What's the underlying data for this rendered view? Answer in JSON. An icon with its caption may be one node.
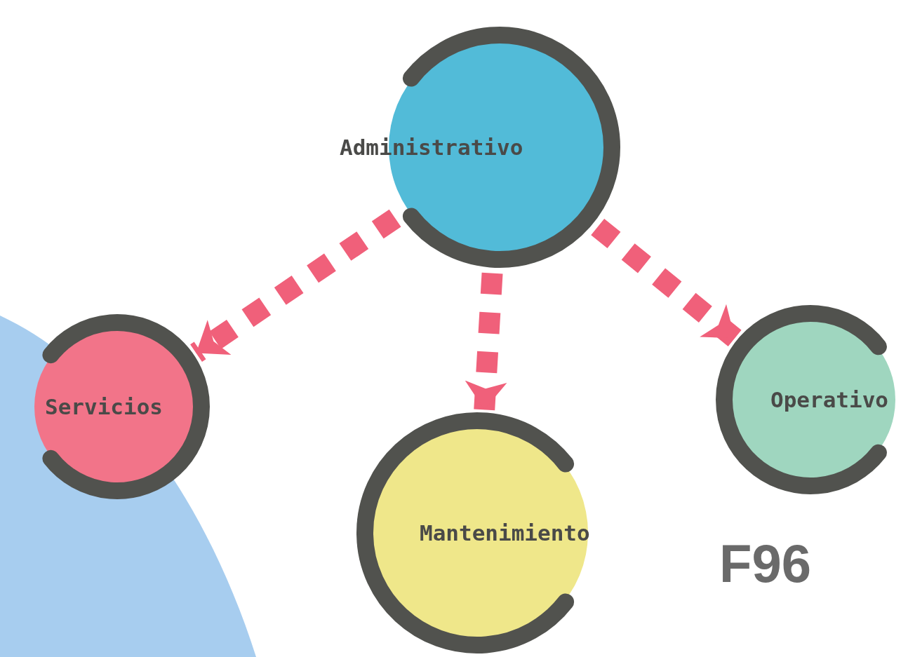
{
  "diagram": {
    "nodes": [
      {
        "text": [
          "Administrativo"
        ]
      },
      {
        "text": [
          "Servicios"
        ]
      },
      {
        "text": [
          "Mantenimiento"
        ]
      },
      {
        "text": [
          "Operativo"
        ]
      }
    ],
    "edges": [
      {
        "from": 0,
        "to": 1,
        "arrow": "to",
        "style": "dashed"
      },
      {
        "from": 0,
        "to": 2,
        "arrow": "to",
        "style": "dashed"
      },
      {
        "from": 0,
        "to": 3,
        "arrow": "to",
        "style": "dashed"
      }
    ],
    "labels": [
      "F96"
    ]
  }
}
